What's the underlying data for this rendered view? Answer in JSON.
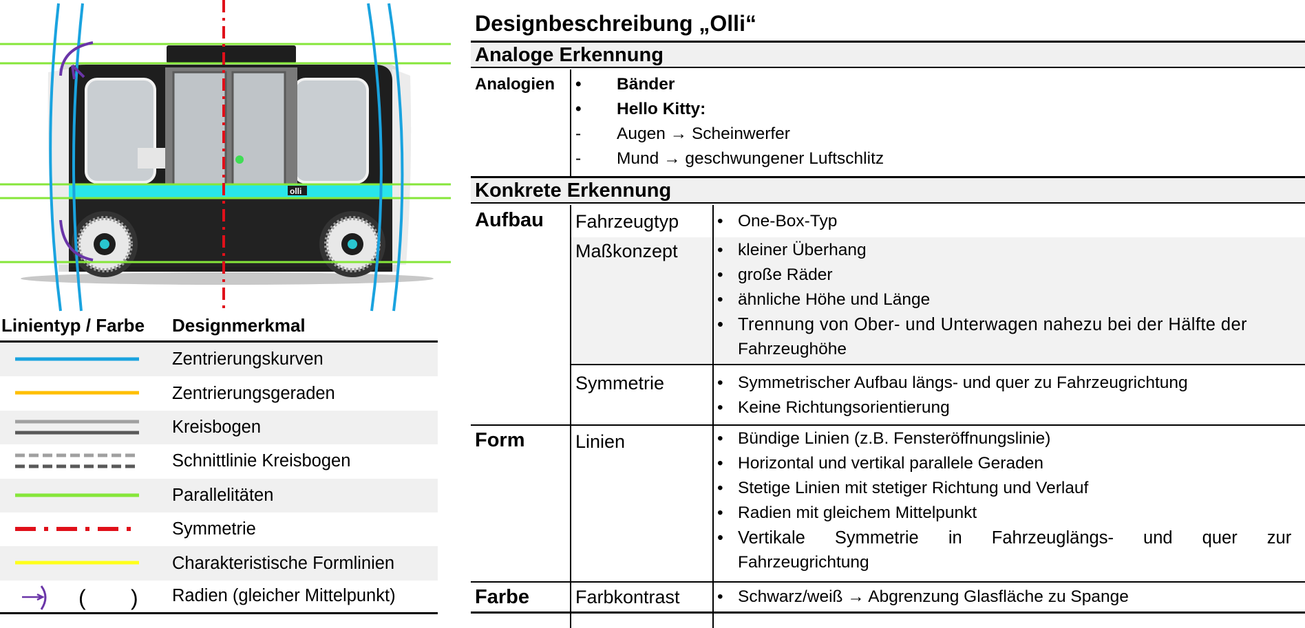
{
  "vehicle": {
    "badge": "olli",
    "colors": {
      "body": "#1e1e1e",
      "shell": "#e8e8e8",
      "glass": "#c9ced2",
      "accent_stripe": "#29e6ea",
      "center_light": "#3fdd55",
      "centering_curve": "#1aa3df",
      "parallel": "#86e63a",
      "symmetry": "#e0101a",
      "radius": "#6a35a8"
    }
  },
  "legend": {
    "header": {
      "col1": "Linientyp / Farbe",
      "col2": "Designmerkmal"
    },
    "rows": [
      {
        "label": "Zentrierungskurven",
        "swatch": "solid",
        "color": "#1aa3df"
      },
      {
        "label": "Zentrierungsgeraden",
        "swatch": "solid",
        "color": "#ffbf00"
      },
      {
        "label": "Kreisbogen",
        "swatch": "double-solid",
        "color": "#a0a0a0",
        "color2": "#595959"
      },
      {
        "label": "Schnittlinie Kreisbogen",
        "swatch": "double-dashed",
        "color": "#a0a0a0",
        "color2": "#595959"
      },
      {
        "label": "Parallelitäten",
        "swatch": "solid",
        "color": "#86e63a"
      },
      {
        "label": "Symmetrie",
        "swatch": "dash-dot",
        "color": "#e0101a"
      },
      {
        "label": "Charakteristische Formlinien",
        "swatch": "solid",
        "color": "#ffff1a"
      },
      {
        "label": "Radien (gleicher Mittelpunkt)",
        "swatch": "radius",
        "color": "#6a35a8",
        "glyph_open": "(",
        "glyph_close": ")"
      }
    ]
  },
  "description": {
    "title": "Designbeschreibung „Olli“",
    "analog": {
      "section": "Analoge Erkennung",
      "label": "Analogien",
      "items": [
        {
          "marker": "•",
          "text": "Bänder",
          "bold": true
        },
        {
          "marker": "•",
          "text": "Hello Kitty:",
          "bold": true
        },
        {
          "marker": "-",
          "text": "Augen → Scheinwerfer",
          "bold": false
        },
        {
          "marker": "-",
          "text": "Mund → geschwungener Luftschlitz",
          "bold": false
        }
      ]
    },
    "concrete": {
      "section": "Konkrete Erkennung",
      "groups": [
        {
          "category": "Aufbau",
          "rows": [
            {
              "sub": "Fahrzeugtyp",
              "items": [
                "One-Box-Typ"
              ]
            },
            {
              "sub": "Maßkonzept",
              "items": [
                "kleiner Überhang",
                "große Räder",
                "ähnliche Höhe und Länge",
                "Trennung von Ober- und Unterwagen nahezu bei der Hälfte der",
                "Fahrzeughöhe"
              ]
            },
            {
              "sub": "Symmetrie",
              "items": [
                "Symmetrischer Aufbau längs- und quer zu Fahrzeugrichtung",
                "Keine Richtungsorientierung"
              ]
            }
          ]
        },
        {
          "category": "Form",
          "rows": [
            {
              "sub": "Linien",
              "items": [
                "Bündige Linien (z.B. Fensteröffnungslinie)",
                "Horizontal und vertikal parallele Geraden",
                "Stetige Linien mit stetiger Richtung und Verlauf",
                "Radien mit gleichem Mittelpunkt",
                "Vertikale Symmetrie in Fahrzeuglängs- und quer zur",
                "Fahrzeugrichtung"
              ]
            }
          ]
        },
        {
          "category": "Farbe",
          "rows": [
            {
              "sub": "Farbkontrast",
              "items": [
                "Schwarz/weiß → Abgrenzung Glasfläche zu Spange"
              ]
            }
          ]
        }
      ],
      "bullet": "•"
    }
  }
}
